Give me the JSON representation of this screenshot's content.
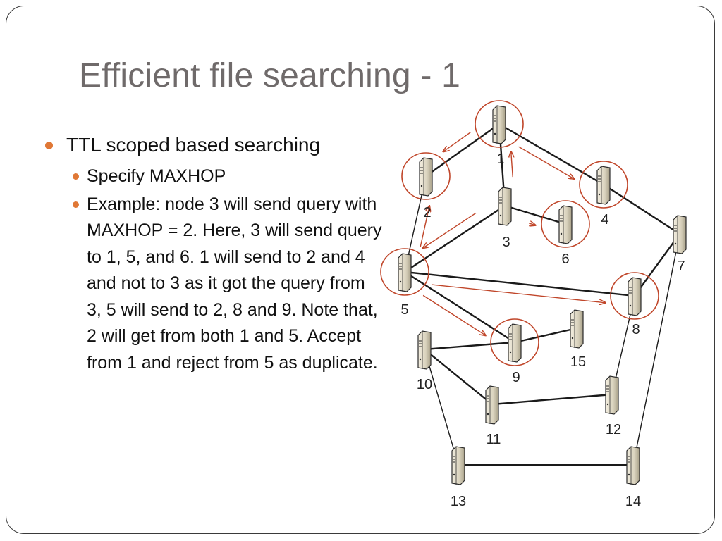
{
  "slide": {
    "title": "Efficient file searching - 1",
    "bullets": [
      {
        "text": "TTL scoped based searching",
        "sub": [
          "Specify MAXHOP",
          "Example: node 3 will send query with MAXHOP = 2. Here, 3 will send query to 1, 5, and 6. 1 will send to 2 and 4 and not to 3 as it got the query from 3, 5 will send to 2, 8 and 9. Note that, 2 will get from both 1 and 5. Accept from 1 and reject from 5 as duplicate."
        ]
      }
    ]
  },
  "diagram": {
    "nodes": [
      {
        "id": "1",
        "highlighted": true
      },
      {
        "id": "2",
        "highlighted": true
      },
      {
        "id": "3",
        "highlighted": false
      },
      {
        "id": "4",
        "highlighted": true
      },
      {
        "id": "5",
        "highlighted": true
      },
      {
        "id": "6",
        "highlighted": true
      },
      {
        "id": "7",
        "highlighted": false
      },
      {
        "id": "8",
        "highlighted": true
      },
      {
        "id": "9",
        "highlighted": true
      },
      {
        "id": "10",
        "highlighted": false
      },
      {
        "id": "11",
        "highlighted": false
      },
      {
        "id": "12",
        "highlighted": false
      },
      {
        "id": "13",
        "highlighted": false
      },
      {
        "id": "14",
        "highlighted": false
      },
      {
        "id": "15",
        "highlighted": false
      }
    ],
    "links": [
      [
        "1",
        "2"
      ],
      [
        "1",
        "4"
      ],
      [
        "1",
        "3"
      ],
      [
        "4",
        "7"
      ],
      [
        "3",
        "6"
      ],
      [
        "3",
        "5"
      ],
      [
        "2",
        "5"
      ],
      [
        "5",
        "8"
      ],
      [
        "5",
        "9"
      ],
      [
        "8",
        "7"
      ],
      [
        "9",
        "10"
      ],
      [
        "9",
        "15"
      ],
      [
        "10",
        "11"
      ],
      [
        "10",
        "13"
      ],
      [
        "11",
        "12"
      ],
      [
        "12",
        "8"
      ],
      [
        "13",
        "14"
      ],
      [
        "14",
        "7"
      ]
    ],
    "query_arrows": [
      [
        "1",
        "2"
      ],
      [
        "1",
        "4"
      ],
      [
        "3",
        "1"
      ],
      [
        "3",
        "6"
      ],
      [
        "3",
        "5"
      ],
      [
        "5",
        "2"
      ],
      [
        "5",
        "8"
      ],
      [
        "5",
        "9"
      ]
    ],
    "colors": {
      "highlight": "#c0462a",
      "arrow": "#c0462a",
      "link": "#1a1a1a",
      "bullet": "#e07836"
    }
  }
}
